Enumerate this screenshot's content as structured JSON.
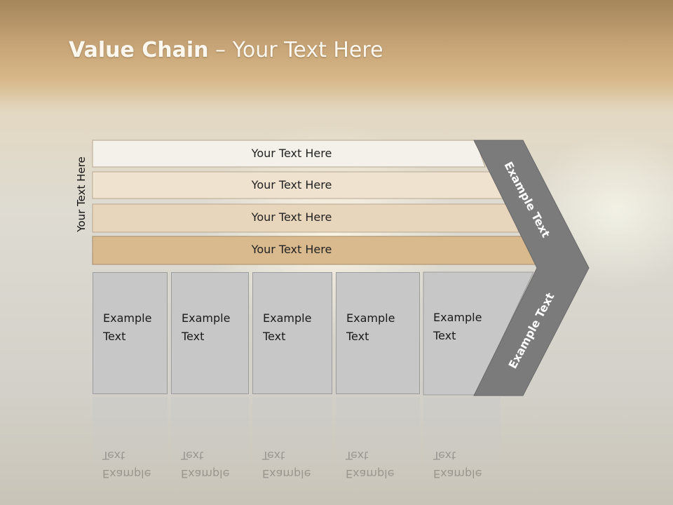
{
  "slide": {
    "title_bold": "Value Chain",
    "title_rest": " – Your Text Here",
    "vertical_label": "Your Text Here"
  },
  "bands": [
    {
      "label": "Your Text Here",
      "color": "#f4f0ea"
    },
    {
      "label": "Your Text Here",
      "color": "#efe3d0"
    },
    {
      "label": "Your Text Here",
      "color": "#e8d6bc"
    },
    {
      "label": "Your Text Here",
      "color": "#d9b98e"
    }
  ],
  "boxes": [
    {
      "label": "Example\nText"
    },
    {
      "label": "Example\nText"
    },
    {
      "label": "Example\nText"
    },
    {
      "label": "Example\nText"
    },
    {
      "label": "Example\nText"
    }
  ],
  "chevron": {
    "upper_label": "Example Text",
    "lower_label": "Example Text",
    "color": "#7b7b7b"
  }
}
